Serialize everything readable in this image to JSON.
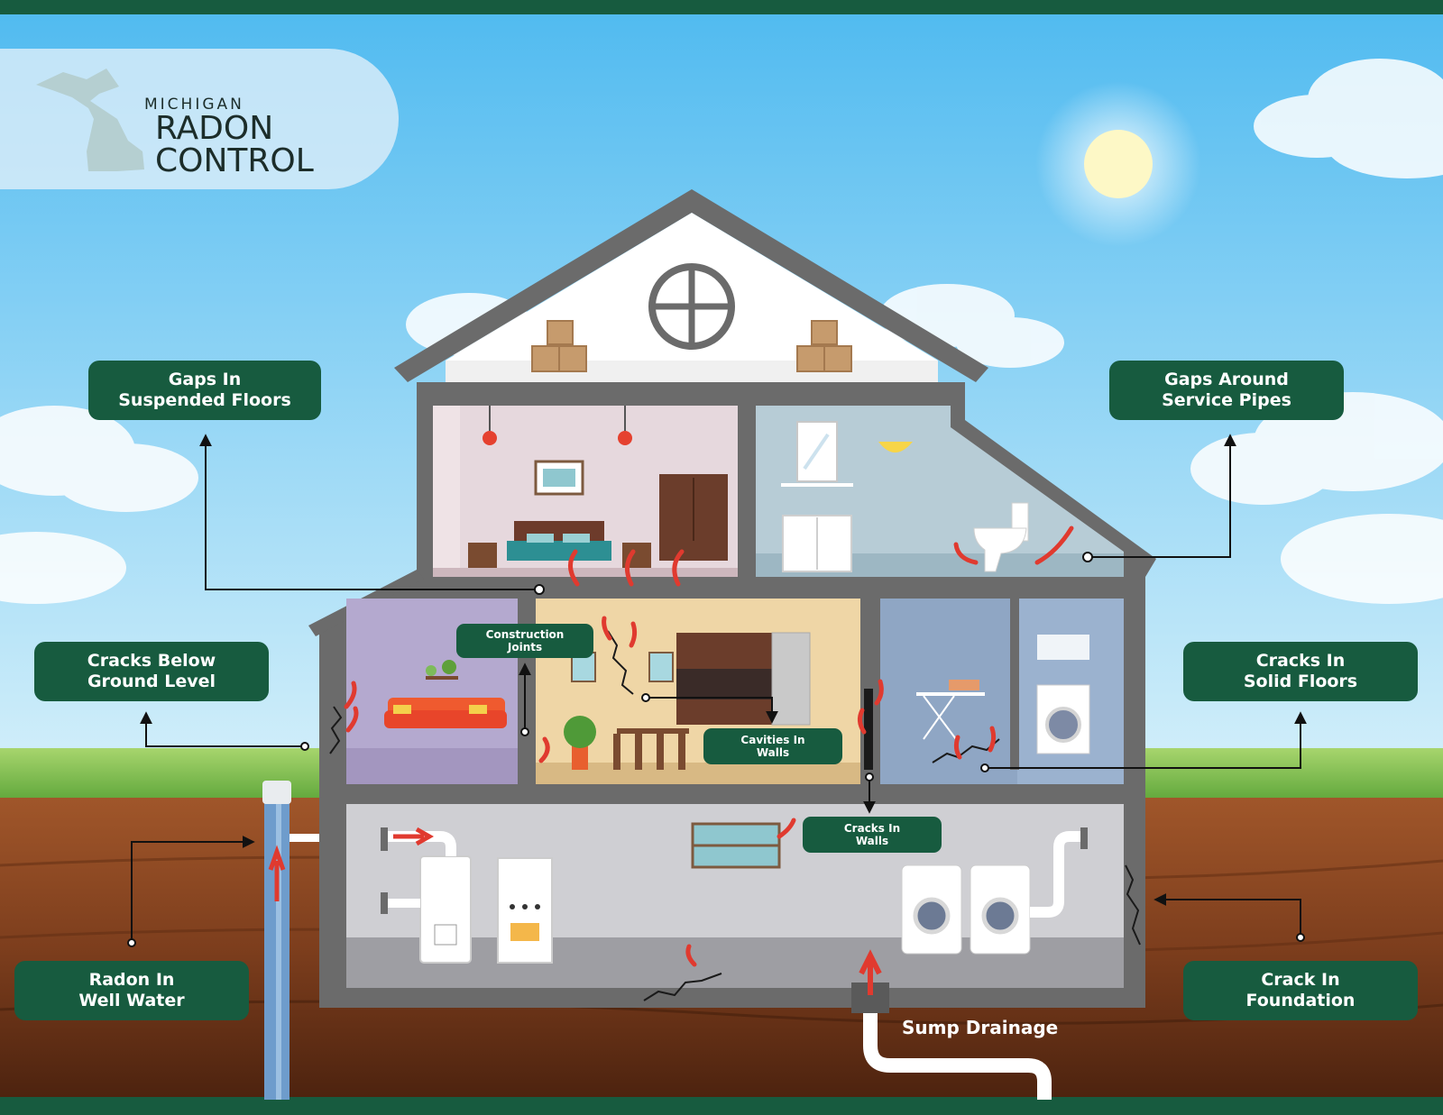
{
  "logo": {
    "small": "MICHIGAN",
    "line1": "RADON",
    "line2": "CONTROL"
  },
  "labels": {
    "gaps_suspended": "Gaps In\nSuspended Floors",
    "gaps_pipes": "Gaps Around\nService Pipes",
    "cracks_below": "Cracks Below\nGround Level",
    "cracks_solid": "Cracks In\nSolid Floors",
    "construction_joints": "Construction\nJoints",
    "cavities": "Cavities In\nWalls",
    "cracks_walls": "Cracks In\nWalls",
    "radon_well": "Radon In\nWell Water",
    "crack_foundation": "Crack In\nFoundation",
    "sump": "Sump Drainage"
  },
  "colors": {
    "brand_green": "#175b3f",
    "sky_top": "#53bdf2",
    "sky_bottom": "#cfeefb",
    "house_gray": "#6b6b6b",
    "arrow_red": "#e03a2f",
    "soil": "#7a3d1e"
  }
}
